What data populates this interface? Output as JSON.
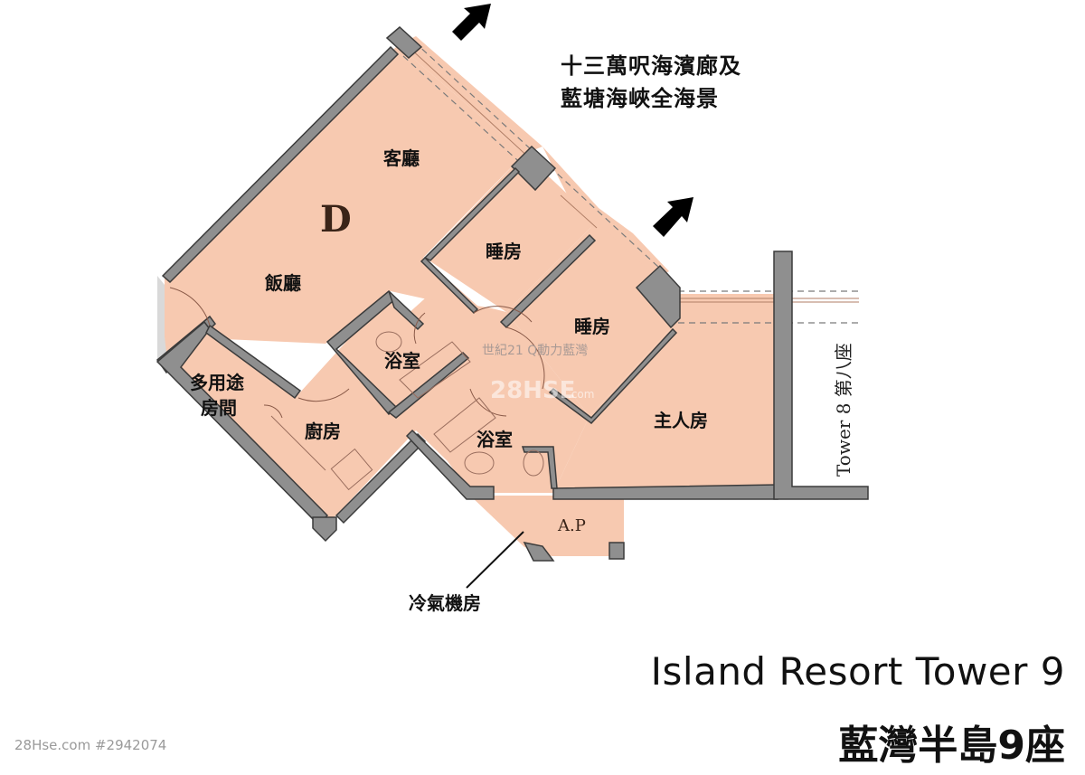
{
  "sea_view_note": {
    "line1": "十三萬呎海濱廊及",
    "line2": "藍塘海峽全海景"
  },
  "floor_plan": {
    "unit": "D",
    "rooms": {
      "living_room": "客廳",
      "dining_room": "飯廳",
      "bedroom_1": "睡房",
      "bedroom_2": "睡房",
      "master_bedroom": "主人房",
      "bathroom_1": "浴室",
      "bathroom_2": "浴室",
      "kitchen": "廚房",
      "utility_room_line1": "多用途",
      "utility_room_line2": "房間",
      "ac_platform": "A.P"
    },
    "ac_plant_room_callout": "冷氣機房",
    "neighbor_tower": "Tower 8 第八座",
    "view_arrows": 2,
    "colors": {
      "floor_fill": "#f7c9b0",
      "wall_fill": "#8f8f8f",
      "wall_edge": "#3b3b3b",
      "fixture_line": "#9a6e5e"
    }
  },
  "watermarks": {
    "agency": "世紀21 Q動力藍灣",
    "site": "28HSE",
    "site_suffix": ".com"
  },
  "title": {
    "english": "Island Resort Tower 9",
    "chinese": "藍灣半島9座"
  },
  "footer": {
    "listing_id": "28Hse.com #2942074"
  }
}
